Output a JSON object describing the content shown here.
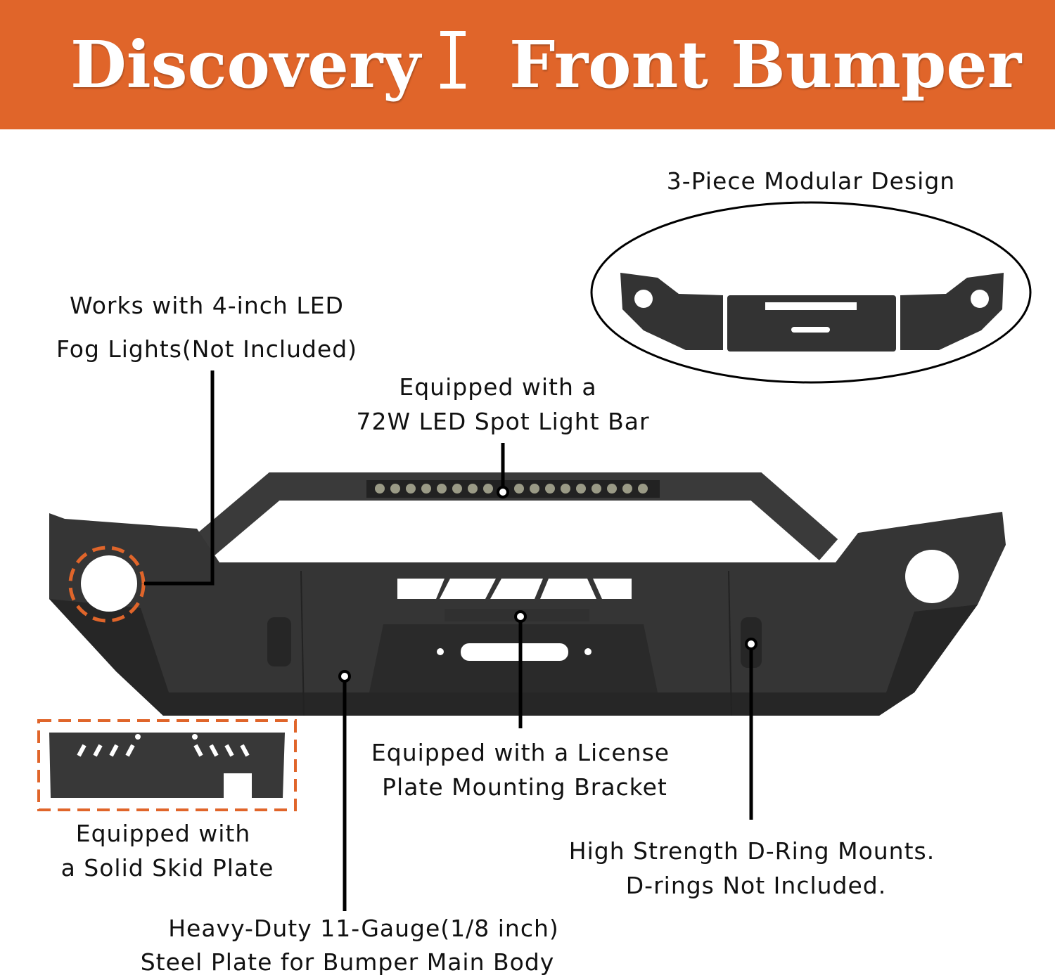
{
  "header": {
    "brand": "Discovery",
    "separator": "I",
    "product": "Front Bumper",
    "background_color": "#e0652a"
  },
  "callouts": {
    "modular": "3-Piece Modular Design",
    "fog_lights": [
      "Works with 4-inch LED",
      "Fog Lights(Not Included)"
    ],
    "light_bar": [
      "Equipped with a",
      "72W LED Spot Light Bar"
    ],
    "license": [
      "Equipped with a License",
      "Plate Mounting Bracket"
    ],
    "d_ring": [
      "High Strength D-Ring Mounts.",
      "D-rings Not Included."
    ],
    "skid_plate": [
      "Equipped with",
      "a Solid Skid Plate"
    ],
    "steel": [
      "Heavy-Duty 11-Gauge(1/8 inch)",
      "Steel Plate for Bumper Main Body"
    ]
  },
  "colors": {
    "accent": "#e0652a",
    "steel": "#2f2f2f"
  }
}
